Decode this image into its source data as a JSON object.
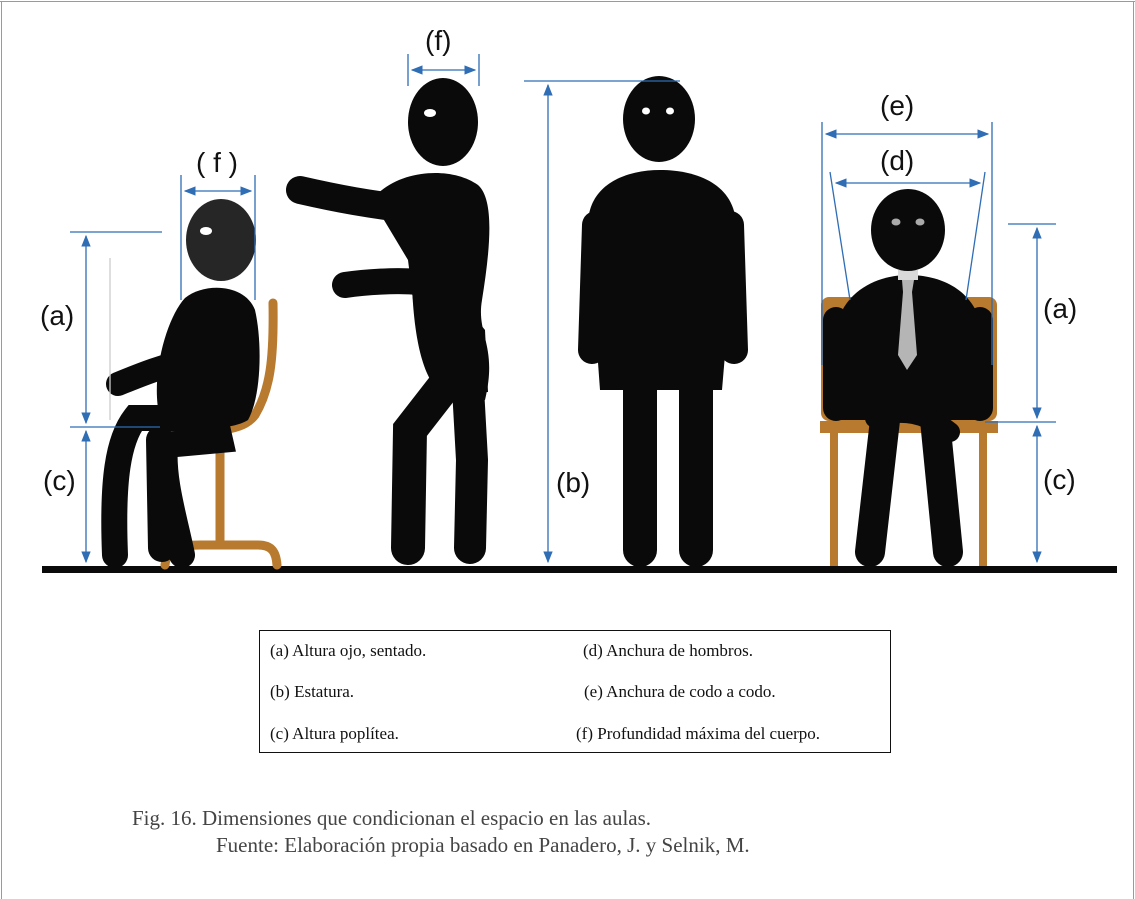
{
  "labels": {
    "a": "(a)",
    "b": "(b)",
    "c": "(c)",
    "d": "(d)",
    "e": "(e)",
    "f": "(f)",
    "f_spaced": "( f )"
  },
  "legend": {
    "a": "(a)  Altura ojo, sentado.",
    "b": "(b)  Estatura.",
    "c": "(c)  Altura poplítea.",
    "d": "(d) Anchura de hombros.",
    "e": "(e) Anchura de codo a codo.",
    "f": "(f)  Profundidad máxima del cuerpo."
  },
  "caption": {
    "line1": "Fig. 16. Dimensiones que condicionan el espacio en las aulas.",
    "line2": "Fuente: Elaboración propia basado en Panadero, J. y Selnik, M."
  },
  "colors": {
    "figure": "#0a0a0a",
    "head": "#262626",
    "chair": "#b87a2f",
    "dimension": "#2f6db5",
    "tie": "#b5b5b5"
  }
}
